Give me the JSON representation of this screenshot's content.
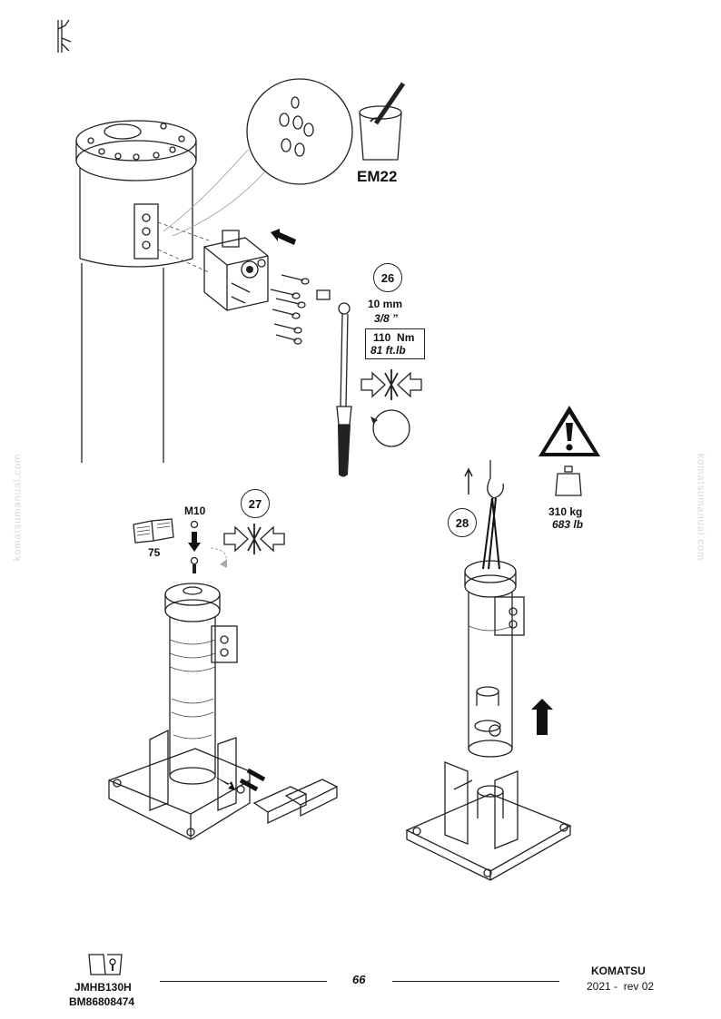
{
  "header": {
    "icon": "hammer-tool-icon"
  },
  "step26": {
    "number": "26",
    "consumable": "EM22",
    "wrench_metric": "10 mm",
    "wrench_imperial": "3/8 ”",
    "torque_metric": "110  Nm",
    "torque_imperial": "81 ft.lb"
  },
  "step27": {
    "number": "27",
    "bolt": "M10",
    "manual_ref": "75"
  },
  "step28": {
    "number": "28",
    "weight_metric": "310 kg",
    "weight_imperial": "683 lb"
  },
  "watermark": {
    "text": "komatsumanual.com"
  },
  "footer": {
    "model": "JMHB130H",
    "doc_number": "BM86808474",
    "page": "66",
    "brand": "KOMATSU",
    "revision": "2021 -  rev 02"
  }
}
